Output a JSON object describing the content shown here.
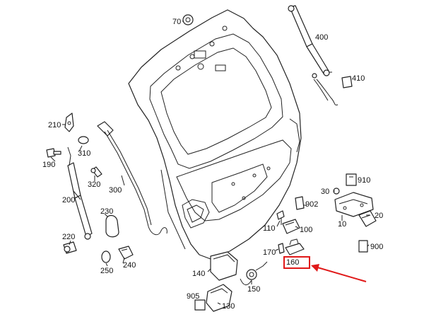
{
  "diagram": {
    "parts": [
      {
        "id": "70",
        "label": "70"
      },
      {
        "id": "400",
        "label": "400"
      },
      {
        "id": "410",
        "label": "410"
      },
      {
        "id": "210",
        "label": "210"
      },
      {
        "id": "310",
        "label": "310"
      },
      {
        "id": "190",
        "label": "190"
      },
      {
        "id": "320",
        "label": "320"
      },
      {
        "id": "300",
        "label": "300"
      },
      {
        "id": "200",
        "label": "200"
      },
      {
        "id": "230",
        "label": "230"
      },
      {
        "id": "220",
        "label": "220"
      },
      {
        "id": "250",
        "label": "250"
      },
      {
        "id": "240",
        "label": "240"
      },
      {
        "id": "910",
        "label": "910"
      },
      {
        "id": "30",
        "label": "30"
      },
      {
        "id": "902",
        "label": "902"
      },
      {
        "id": "20",
        "label": "20"
      },
      {
        "id": "110",
        "label": "110"
      },
      {
        "id": "100",
        "label": "100"
      },
      {
        "id": "10",
        "label": "10"
      },
      {
        "id": "900",
        "label": "900"
      },
      {
        "id": "170",
        "label": "170"
      },
      {
        "id": "160",
        "label": "160"
      },
      {
        "id": "140",
        "label": "140"
      },
      {
        "id": "150",
        "label": "150"
      },
      {
        "id": "905",
        "label": "905"
      },
      {
        "id": "130",
        "label": "130"
      }
    ],
    "highlight": {
      "part": "160",
      "box_color": "#e01818",
      "arrow_color": "#e01818"
    }
  }
}
